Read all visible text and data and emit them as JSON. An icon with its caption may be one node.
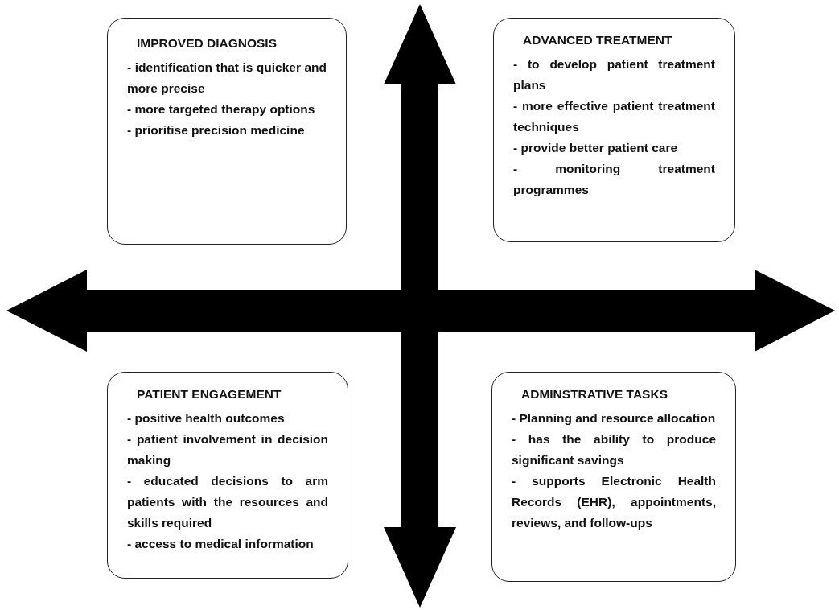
{
  "diagram": {
    "nodes": [
      {
        "text": [
          "IMPROVED DIAGNOSIS",
          "- identification that is quicker and more precise",
          "- more targeted therapy options",
          "- prioritise precision medicine"
        ]
      },
      {
        "text": [
          "ADVANCED TREATMENT",
          "- to develop patient treatment plans",
          "- more effective patient treatment techniques",
          "- provide better patient care",
          "- monitoring treatment programmes"
        ]
      },
      {
        "text": [
          "PATIENT ENGAGEMENT",
          "- positive health outcomes",
          "- patient involvement in decision making",
          "- educated decisions to arm patients with the resources and skills required",
          "- access to medical information"
        ]
      },
      {
        "text": [
          "ADMINSTRATIVE TASKS",
          "- Planning and resource allocation",
          "- has the ability to produce significant savings",
          "- supports Electronic Health Records (EHR), appointments, reviews, and follow-ups"
        ]
      }
    ]
  }
}
